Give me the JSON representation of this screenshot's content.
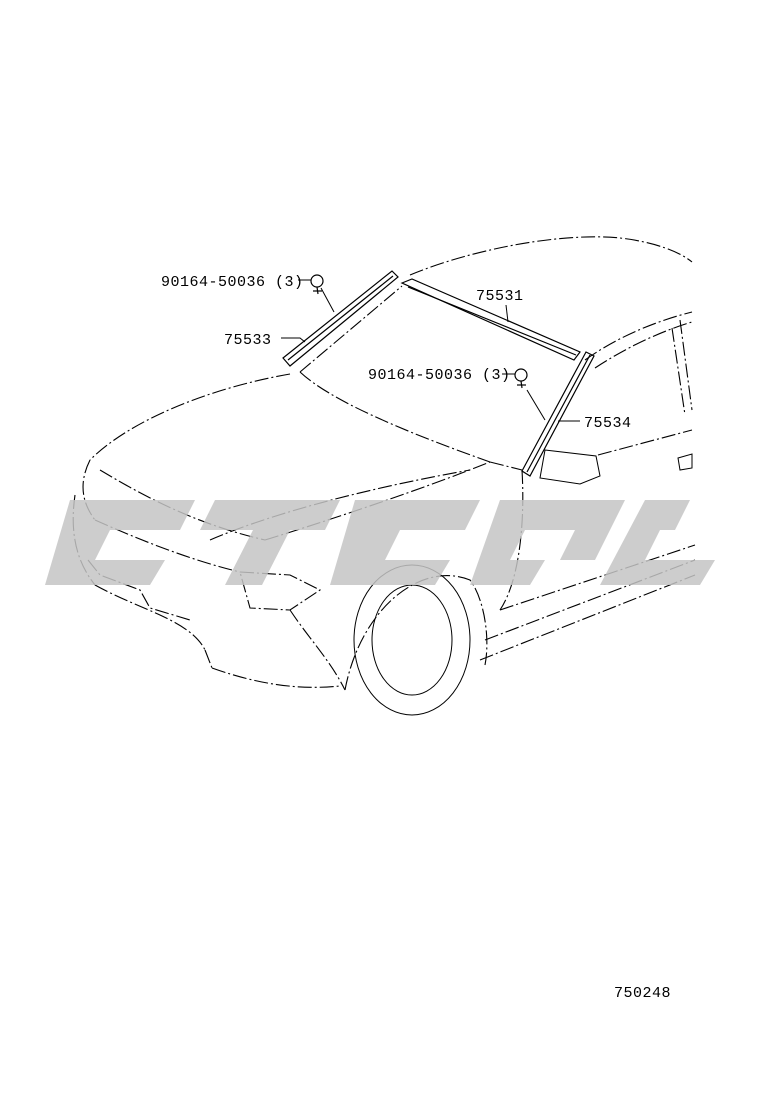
{
  "parts": {
    "clip_left": "90164-50036 (3)",
    "moulding_left": "75533",
    "moulding_top": "75531",
    "clip_right": "90164-50036 (3)",
    "moulding_right": "75534"
  },
  "figure_id": "750248"
}
